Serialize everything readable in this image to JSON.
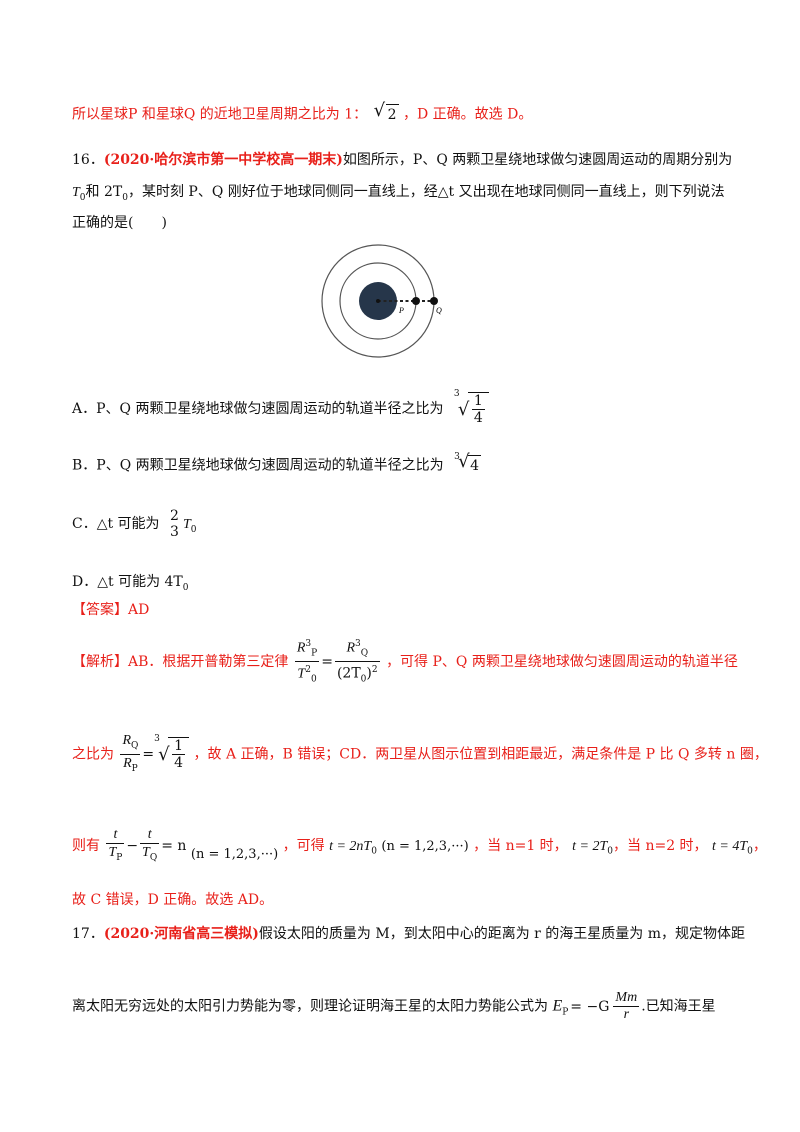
{
  "top_line": {
    "prefix": "所以星球P 和星球Q 的近地卫星周期之比为 1：",
    "radical": "2",
    "suffix": "，D 正确。故选 D。"
  },
  "q16": {
    "number": "16．",
    "source": "(2020·哈尔滨市第一中学校高一期末)",
    "stem_1": "如图所示，P、Q 两颗卫星绕地球做匀速圆周运动的周期分别为",
    "stem_2a": "T",
    "stem_2a_sub": "0",
    "stem_2b": "和 2T",
    "stem_2b_sub": "0",
    "stem_2c": "，某时刻 P、Q 刚好位于地球同侧同一直线上，经△t 又出现在地球同侧同一直线上，则下列说法",
    "stem_3": "正确的是(　　)",
    "diagram": {
      "label_p": "P",
      "label_q": "Q"
    },
    "options": {
      "A": {
        "text": "A．P、Q 两颗卫星绕地球做匀速圆周运动的轨道半径之比为",
        "root_index": "3",
        "num": "1",
        "den": "4"
      },
      "B": {
        "text": "B．P、Q 两颗卫星绕地球做匀速圆周运动的轨道半径之比为",
        "root_index": "3",
        "radicand": "4"
      },
      "C": {
        "text": "C．△t 可能为",
        "num": "2",
        "den": "3",
        "tail": "T",
        "tail_sub": "0"
      },
      "D": {
        "text": "D．△t 可能为 4T",
        "sub": "0"
      }
    },
    "answer": "【答案】AD",
    "analysis_1a": "【解析】AB．根据开普勒第三定律",
    "kepler": {
      "lnum": "R",
      "lnum_sub": "P",
      "lnum_sup": "3",
      "lden": "T",
      "lden_sub": "0",
      "lden_sup": "2",
      "eq": "=",
      "rnum": "R",
      "rnum_sub": "Q",
      "rnum_sup": "3",
      "rden": "(2T",
      "rden_sub": "0",
      "rden_tail": ")",
      "rden_sup": "2"
    },
    "analysis_1b": "，可得 P、Q 两颗卫星绕地球做匀速圆周运动的轨道半径",
    "analysis_2a": "之比为",
    "ratio": {
      "num": "R",
      "num_sub": "Q",
      "den": "R",
      "den_sub": "P",
      "eq": "=",
      "root_index": "3",
      "rnum": "1",
      "rden": "4"
    },
    "analysis_2b": "，故 A 正确，B 错误；CD．两卫星从图示位置到相距最近，满足条件是 P 比 Q 多转 n 圈，",
    "analysis_3a": "则有",
    "eq3": {
      "t1": "t",
      "d1": "T",
      "d1_sub": "P",
      "minus": "−",
      "t2": "t",
      "d2": "T",
      "d2_sub": "Q",
      "eq": "= n",
      "cond": "(n = 1,2,3,···)"
    },
    "analysis_3b": "，可得",
    "eq3b": "t = 2nT",
    "eq3b_sub": "0",
    "eq3b_cond": "(n = 1,2,3,···)",
    "analysis_3c": "，当 n=1 时，",
    "eq3c": "t = 2T",
    "eq3c_sub": "0",
    "analysis_3d": "，当 n=2 时，",
    "eq3d": "t = 4T",
    "eq3d_sub": "0",
    "analysis_3e": "，",
    "analysis_4": "故 C 错误，D 正确。故选 AD。"
  },
  "q17": {
    "number": "17．",
    "source": "(2020·河南省高三模拟)",
    "stem_1": "假设太阳的质量为 M，到太阳中心的距离为 r 的海王星质量为 m，规定物体距",
    "stem_2a": "离太阳无穷远处的太阳引力势能为零，则理论证明海王星的太阳力势能公式为",
    "formula": {
      "lhs": "E",
      "lhs_sub": "P",
      "eq": "= −G",
      "num": "Mm",
      "den": "r"
    },
    "stem_2b": ".已知海王星"
  }
}
